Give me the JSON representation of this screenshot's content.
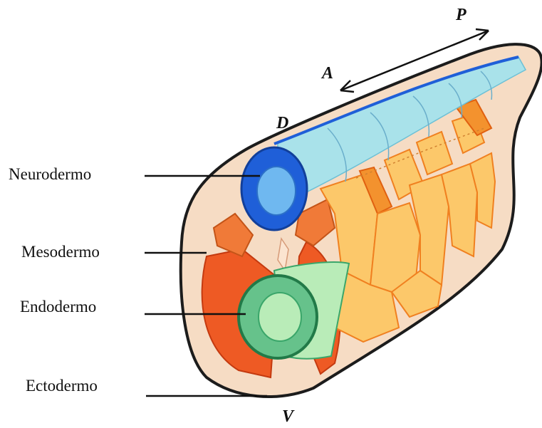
{
  "labels": {
    "neurodermo": "Neurodermo",
    "mesodermo": "Mesodermo",
    "endodermo": "Endodermo",
    "ectodermo": "Ectodermo"
  },
  "axes": {
    "anterior": "A",
    "posterior": "P",
    "dorsal": "D",
    "ventral": "V"
  },
  "colors": {
    "ectoderm_fill": "#f6dcc4",
    "outline": "#1c1c1c",
    "neural_tube_dark": "#1f5fd8",
    "neural_tube_light": "#7fd0ec",
    "neural_lumen": "#6fb8f0",
    "neural_trail": "#a9e2ea",
    "somite_yellow": "#fcc86a",
    "somite_orange": "#f3922e",
    "lateral_red": "#ee5a24",
    "endoderm_dark": "#3aa66a",
    "endoderm_mid": "#66c28b",
    "endoderm_lumen": "#b9ecb8"
  }
}
